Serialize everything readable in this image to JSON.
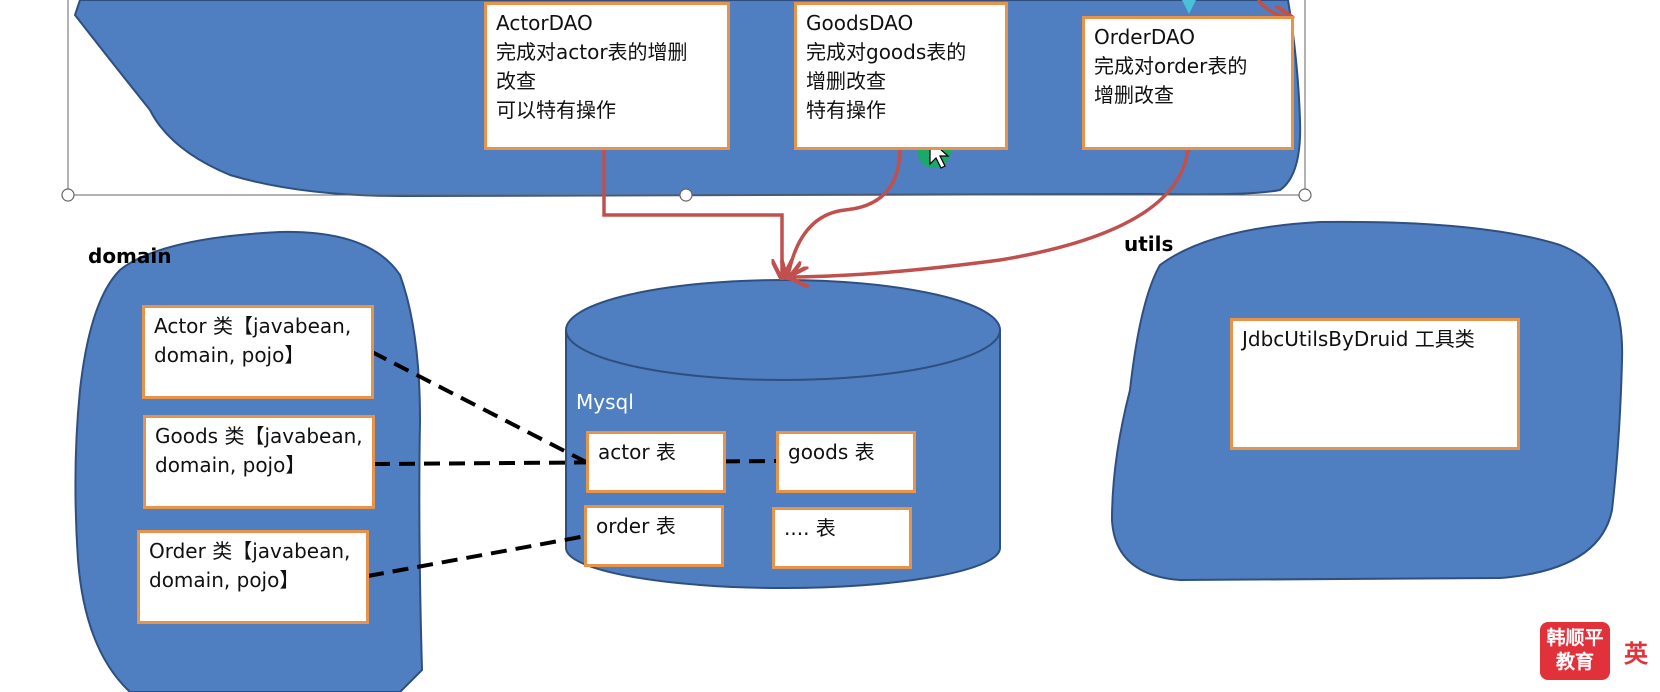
{
  "dao_boxes": [
    {
      "name": "ActorDAO",
      "lines": [
        "ActorDAO",
        "完成对actor表的增删",
        "改查",
        "可以特有操作"
      ]
    },
    {
      "name": "GoodsDAO",
      "lines": [
        "GoodsDAO",
        "完成对goods表的",
        "增删改查",
        "特有操作"
      ]
    },
    {
      "name": "OrderDAO",
      "lines": [
        "OrderDAO",
        "完成对order表的",
        "增删改查"
      ]
    }
  ],
  "domain": {
    "label": "domain",
    "classes": [
      {
        "lines": [
          "Actor 类【javabean,",
          "domain, pojo】"
        ]
      },
      {
        "lines": [
          "Goods 类【javabean,",
          "domain, pojo】"
        ]
      },
      {
        "lines": [
          "Order 类【javabean,",
          "domain, pojo】"
        ]
      }
    ]
  },
  "mysql": {
    "label": "Mysql",
    "tables": [
      "actor 表",
      "goods 表",
      "order 表",
      ".... 表"
    ]
  },
  "utils": {
    "label": "utils",
    "tool": "JdbcUtilsByDruid 工具类"
  },
  "badge": {
    "line1": "韩顺平",
    "line2": "教育",
    "ime": "英"
  },
  "colors": {
    "shape_fill": "#4f7fc0",
    "shape_stroke": "#2f4f80",
    "box_border": "#e8934a",
    "arrow": "#c0504d",
    "dashed": "#000000"
  }
}
